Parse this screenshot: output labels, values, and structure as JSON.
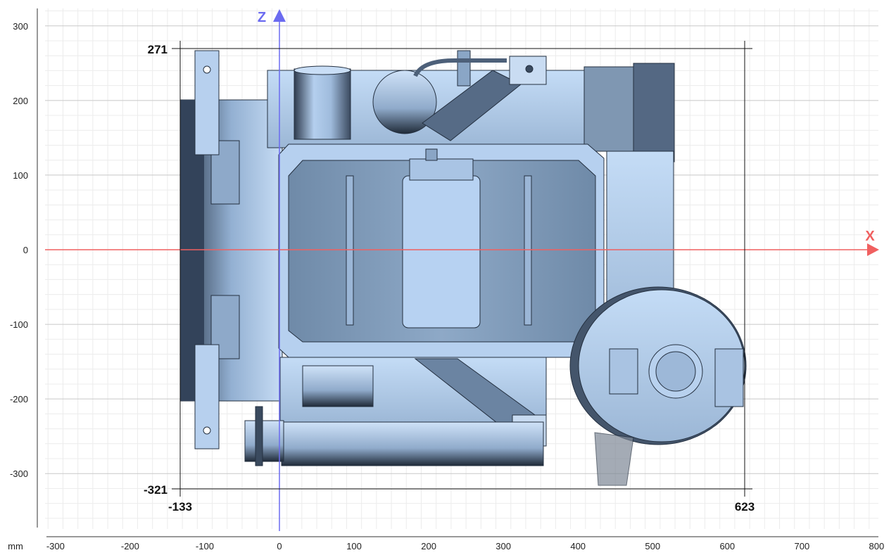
{
  "units": {
    "label": "mm"
  },
  "axes": {
    "x": {
      "name": "X",
      "color": "#f06060"
    },
    "z": {
      "name": "Z",
      "color": "#6b6bf0"
    }
  },
  "ticks": {
    "x": [
      -300,
      -200,
      -100,
      0,
      100,
      200,
      300,
      400,
      500,
      600,
      700,
      800
    ],
    "z": [
      300,
      200,
      100,
      0,
      -100,
      -200,
      -300
    ]
  },
  "bounds": {
    "x_min": "-133",
    "x_max": "623",
    "z_max": "271",
    "z_min": "-321"
  },
  "colors": {
    "grid_minor": "#ececec",
    "grid_major": "#c8c8c8",
    "engine_light": "#b7d3f3",
    "engine_mid": "#8aa6c6",
    "engine_dark": "#3c4d63",
    "outline": "#243040"
  }
}
